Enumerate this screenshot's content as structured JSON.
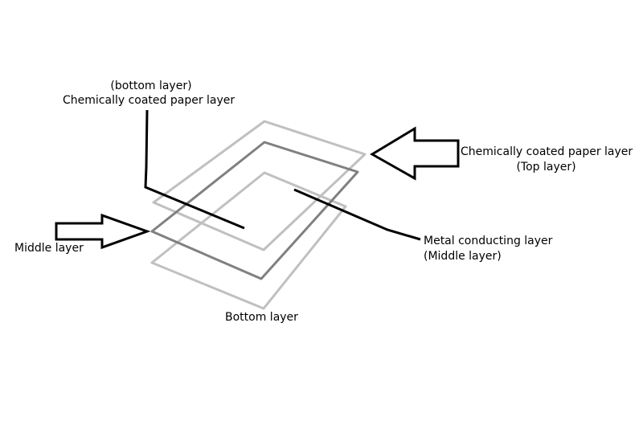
{
  "labels": {
    "top_left_line1": "(bottom layer)",
    "top_left_line2": "Chemically coated paper layer",
    "right_top_line1": "Chemically coated paper layer",
    "right_top_line2": "(Top layer)",
    "metal_line1": "Metal conducting layer",
    "metal_line2": "(Middle layer)",
    "middle_layer": "Middle layer",
    "bottom_layer": "Bottom layer"
  },
  "colors": {
    "paper_layer": "#c0c0c0",
    "metal_layer": "#808080",
    "leader": "#000000"
  }
}
